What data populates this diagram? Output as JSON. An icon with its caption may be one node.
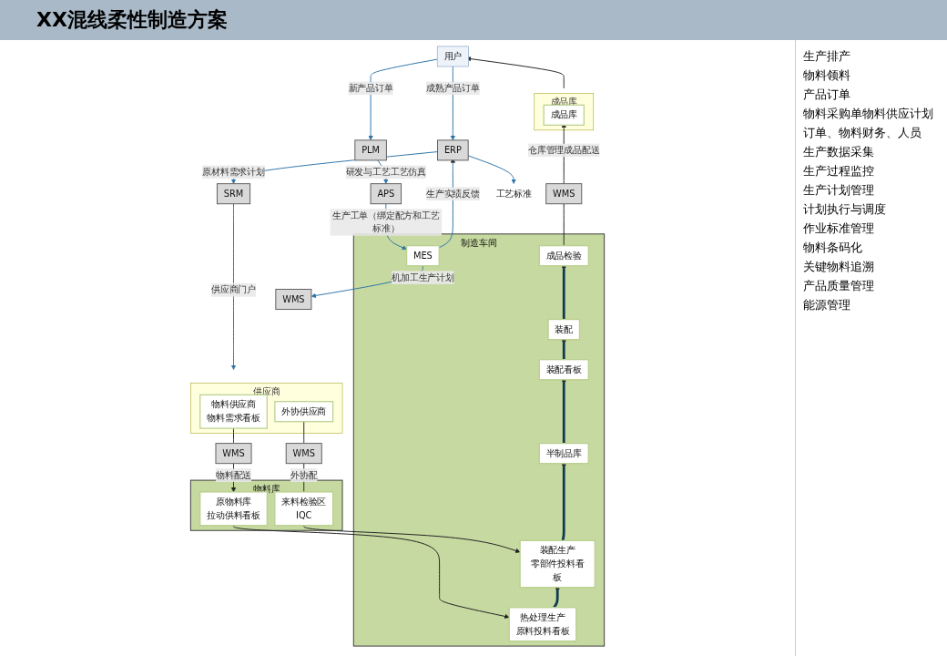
{
  "diagram": {
    "title": "XX混线柔性制造方案",
    "nodes": [
      {
        "text": [
          "PLM"
        ]
      },
      {
        "text": [
          "用户"
        ]
      },
      {
        "text": [
          "ERP"
        ]
      },
      {
        "text": [
          "SRM"
        ]
      },
      {
        "text": [
          "APS"
        ]
      },
      {
        "text": [
          "供应商"
        ]
      },
      {
        "text": [
          "物料供应商",
          "物料需求看板"
        ],
        "in": 5
      },
      {
        "text": [
          "外协供应商"
        ],
        "in": 5
      },
      {
        "text": [
          "WMS"
        ]
      },
      {
        "text": [
          "WMS"
        ]
      },
      {
        "text": [
          "物料库"
        ]
      },
      {
        "text": [
          "原物料库",
          "拉动供料看板"
        ],
        "in": 10
      },
      {
        "text": [
          "来料检验区",
          "IQC"
        ],
        "in": 10
      },
      {
        "text": [
          "WMS"
        ]
      },
      {
        "text": [
          "制造车间"
        ]
      },
      {
        "text": [
          "MES"
        ],
        "in": 14
      },
      {
        "text": [
          "热处理生产",
          "原料投料看板"
        ],
        "in": 14
      },
      {
        "text": [
          "装配生产",
          "零部件投料看板"
        ],
        "in": 14
      },
      {
        "text": [
          "半制品库"
        ],
        "in": 14
      },
      {
        "text": [
          "成品检验"
        ],
        "in": 14
      },
      {
        "text": [
          "装配"
        ],
        "in": 14
      },
      {
        "text": [
          "装配看板"
        ],
        "in": 14
      },
      {
        "text": [
          "WMS"
        ]
      },
      {
        "text": [
          "成品库"
        ]
      },
      {
        "text": [
          "成品库"
        ],
        "in": 23
      },
      {
        "text": [
          "工艺标准"
        ]
      }
    ],
    "edges": [
      {
        "from": 1,
        "to": 0,
        "arrow": "to",
        "label": "新产品订单",
        "color": "#2e75a8"
      },
      {
        "from": 1,
        "to": 2,
        "arrow": "to",
        "label": "成熟产品订单",
        "color": "#2e75a8"
      },
      {
        "from": 0,
        "to": 4,
        "arrow": "to",
        "label": "研发与工艺工艺仿真",
        "color": "#2e75a8"
      },
      {
        "from": 2,
        "to": 3,
        "arrow": "to",
        "label": "原材料需求计划",
        "color": "#2e75a8"
      },
      {
        "from": 2,
        "to": 25,
        "arrow": "to",
        "color": "#2e75a8"
      },
      {
        "from": 3,
        "to": 5,
        "arrow": "to",
        "label": "供应商门户",
        "color": "#2e75a8"
      },
      {
        "from": 4,
        "to": 15,
        "arrow": "to",
        "label": "生产工单（绑定配方和工艺标准）",
        "color": "#2e75a8"
      },
      {
        "from": 15,
        "to": 2,
        "arrow": "to",
        "label": "生产实绩反馈",
        "color": "#2e75a8"
      },
      {
        "from": 15,
        "to": 13,
        "arrow": "to",
        "label": "机加工生产计划",
        "color": "#2e75a8"
      },
      {
        "from": 6,
        "to": 8,
        "arrow": "none",
        "color": "#222222"
      },
      {
        "from": 8,
        "to": 11,
        "arrow": "to",
        "label": "物料配送",
        "color": "#222222"
      },
      {
        "from": 7,
        "to": 9,
        "arrow": "none",
        "color": "#222222"
      },
      {
        "from": 9,
        "to": 12,
        "arrow": "none",
        "label": "外协配",
        "color": "#222222"
      },
      {
        "from": 12,
        "to": 17,
        "arrow": "to",
        "color": "#222222"
      },
      {
        "from": 11,
        "to": 16,
        "arrow": "to",
        "color": "#222222"
      },
      {
        "from": 16,
        "to": 17,
        "arrow": "to",
        "style": "thick",
        "color": "#0d3a4f"
      },
      {
        "from": 17,
        "to": 18,
        "arrow": "to",
        "style": "thick",
        "color": "#0d3a4f"
      },
      {
        "from": 18,
        "to": 21,
        "arrow": "to",
        "style": "thick",
        "color": "#0d3a4f"
      },
      {
        "from": 21,
        "to": 20,
        "arrow": "to",
        "style": "thick",
        "color": "#0d3a4f"
      },
      {
        "from": 20,
        "to": 19,
        "arrow": "to",
        "style": "thick",
        "color": "#0d3a4f"
      },
      {
        "from": 19,
        "to": 22,
        "arrow": "none",
        "color": "#222222"
      },
      {
        "from": 22,
        "to": 24,
        "arrow": "to",
        "label": "仓库管理成品配送",
        "color": "#222222"
      },
      {
        "from": 23,
        "to": 1,
        "arrow": "to",
        "color": "#222222"
      }
    ],
    "labels": [
      "生产排产",
      "物料领料",
      "产品订单",
      "物料采购单物料供应计划",
      "订单、物料财务、人员",
      "生产数据采集",
      "生产过程监控",
      "生产计划管理",
      "计划执行与调度",
      "作业标准管理",
      "物料条码化",
      "关键物料追溯",
      "产品质量管理",
      "能源管理"
    ]
  }
}
